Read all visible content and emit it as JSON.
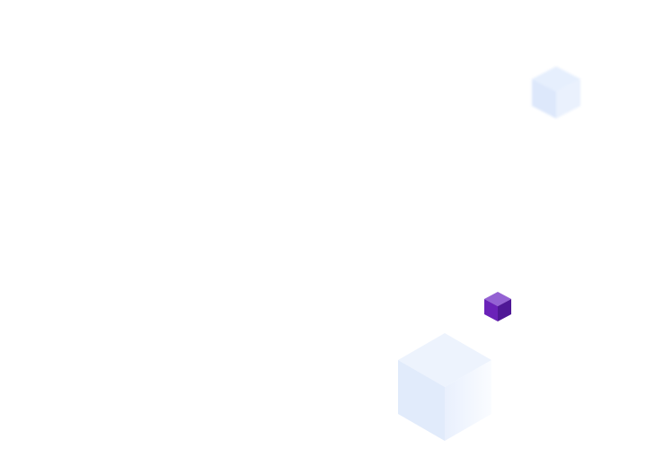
{
  "decorations": {
    "cubes": [
      {
        "name": "cube-top-right",
        "colors": {
          "top": "#e6effd",
          "left": "#dde8fb",
          "right": "#eaf1fd"
        }
      },
      {
        "name": "cube-purple",
        "colors": {
          "top": "#9462d3",
          "left": "#6a22b8",
          "right": "#4f1896"
        }
      },
      {
        "name": "cube-large",
        "colors": {
          "top": "#edf3fd",
          "left": "#e1ebfb",
          "right": "#f3f7fe"
        }
      }
    ]
  }
}
